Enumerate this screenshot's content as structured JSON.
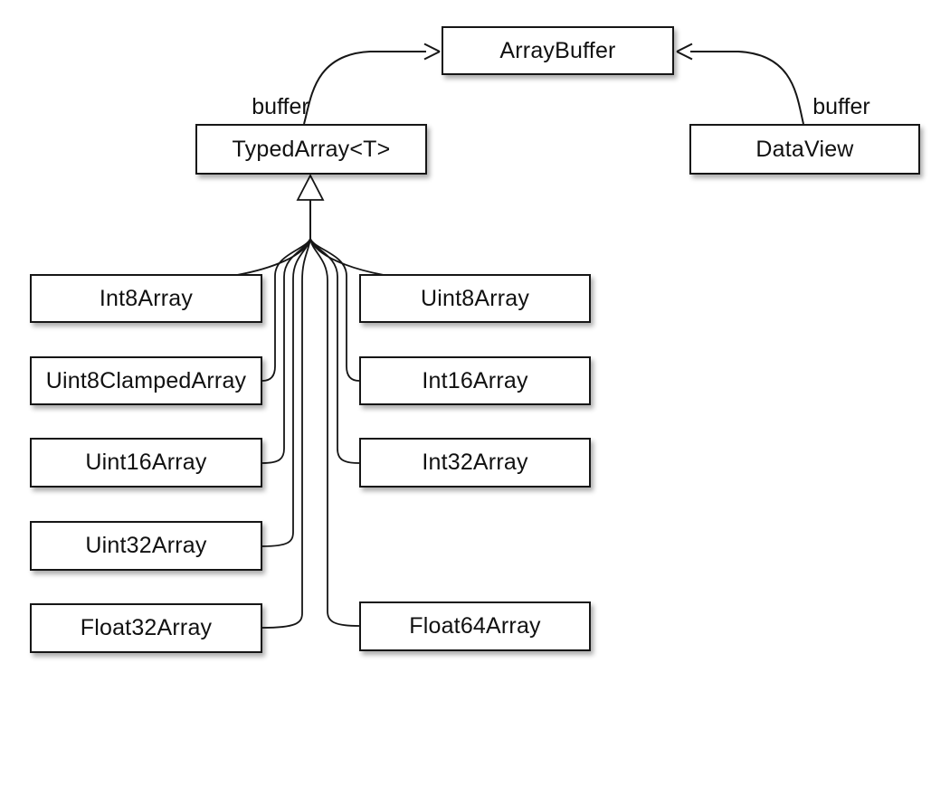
{
  "diagram": {
    "nodes": {
      "array_buffer": {
        "label": "ArrayBuffer"
      },
      "typed_array": {
        "label": "TypedArray<T>"
      },
      "data_view": {
        "label": "DataView"
      },
      "int8": {
        "label": "Int8Array"
      },
      "uint8": {
        "label": "Uint8Array"
      },
      "uint8_clamped": {
        "label": "Uint8ClampedArray"
      },
      "int16": {
        "label": "Int16Array"
      },
      "uint16": {
        "label": "Uint16Array"
      },
      "int32": {
        "label": "Int32Array"
      },
      "uint32": {
        "label": "Uint32Array"
      },
      "float32": {
        "label": "Float32Array"
      },
      "float64": {
        "label": "Float64Array"
      }
    },
    "edge_labels": {
      "typed_array_buffer": "buffer",
      "data_view_buffer": "buffer"
    },
    "edges": [
      {
        "from": "TypedArray<T>",
        "to": "ArrayBuffer",
        "type": "association-arrow",
        "label": "buffer"
      },
      {
        "from": "DataView",
        "to": "ArrayBuffer",
        "type": "association-arrow",
        "label": "buffer"
      },
      {
        "from": "Int8Array",
        "to": "TypedArray<T>",
        "type": "generalization"
      },
      {
        "from": "Uint8Array",
        "to": "TypedArray<T>",
        "type": "generalization"
      },
      {
        "from": "Uint8ClampedArray",
        "to": "TypedArray<T>",
        "type": "generalization"
      },
      {
        "from": "Int16Array",
        "to": "TypedArray<T>",
        "type": "generalization"
      },
      {
        "from": "Uint16Array",
        "to": "TypedArray<T>",
        "type": "generalization"
      },
      {
        "from": "Int32Array",
        "to": "TypedArray<T>",
        "type": "generalization"
      },
      {
        "from": "Uint32Array",
        "to": "TypedArray<T>",
        "type": "generalization"
      },
      {
        "from": "Float32Array",
        "to": "TypedArray<T>",
        "type": "generalization"
      },
      {
        "from": "Float64Array",
        "to": "TypedArray<T>",
        "type": "generalization"
      }
    ],
    "colors": {
      "stroke": "#161616",
      "node_fill": "#ffffff",
      "background": "#ffffff",
      "shadow": "rgba(0,0,0,0.32)"
    }
  }
}
